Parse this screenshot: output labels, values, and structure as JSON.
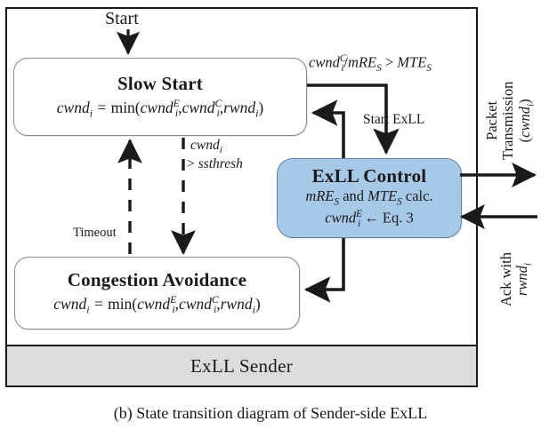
{
  "figure": {
    "caption": "(b)  State transition diagram of Sender-side ExLL"
  },
  "frame": {
    "sender_bar_label": "ExLL Sender"
  },
  "colors": {
    "exll_control_fill": "#a6c9e8",
    "exll_control_stroke": "#5f86a8",
    "sender_bar_fill": "#dcdcdc",
    "state_box_stroke": "#8a8a8a",
    "arrow_color": "#1a1a1a",
    "frame_stroke": "#1a1a1a"
  },
  "states": {
    "slow_start": {
      "title": "Slow Start",
      "equation_plain": "cwnd_i = min(cwnd_i^E, cwnd_i^C, rwnd_i)"
    },
    "congestion_avoidance": {
      "title": "Congestion Avoidance",
      "equation_plain": "cwnd_i = min(cwnd_i^E, cwnd_i^C, rwnd_i)"
    },
    "exll_control": {
      "title": "ExLL Control",
      "line1_plain": "mRE_S and MTE_S calc.",
      "line2_plain": "cwnd_i^E <- Eq. 3"
    }
  },
  "labels": {
    "start": "Start",
    "condition_top_plain": "cwnd_i^C / mRE_S > MTE_S",
    "start_exll": "Start ExLL",
    "condition_ssthresh_line1_plain": "cwnd_i",
    "condition_ssthresh_line2_plain": "> ssthresh",
    "timeout": "Timeout",
    "packet_transmission_line1": "Packet",
    "packet_transmission_line2": "Transmission",
    "packet_transmission_line3_plain": "(cwnd_i)",
    "ack_line1": "Ack with",
    "ack_line2_plain": "rwnd_i"
  },
  "transitions": [
    {
      "name": "start-to-slow-start",
      "style": "solid",
      "from": "Start",
      "to": "Slow Start"
    },
    {
      "name": "slow-start-to-congestion-avoidance",
      "style": "dashed",
      "label": "cwnd_i > ssthresh"
    },
    {
      "name": "congestion-avoidance-to-slow-start",
      "style": "dashed",
      "label": "Timeout"
    },
    {
      "name": "slow-start-to-exll-control",
      "style": "solid",
      "label": "cwnd_i^C / mRE_S > MTE_S; Start ExLL"
    },
    {
      "name": "exll-control-to-slow-start",
      "style": "solid"
    },
    {
      "name": "exll-control-to-congestion-avoidance",
      "style": "solid"
    },
    {
      "name": "packet-transmission-out",
      "style": "solid",
      "direction": "right"
    },
    {
      "name": "ack-in",
      "style": "solid",
      "direction": "left"
    }
  ]
}
